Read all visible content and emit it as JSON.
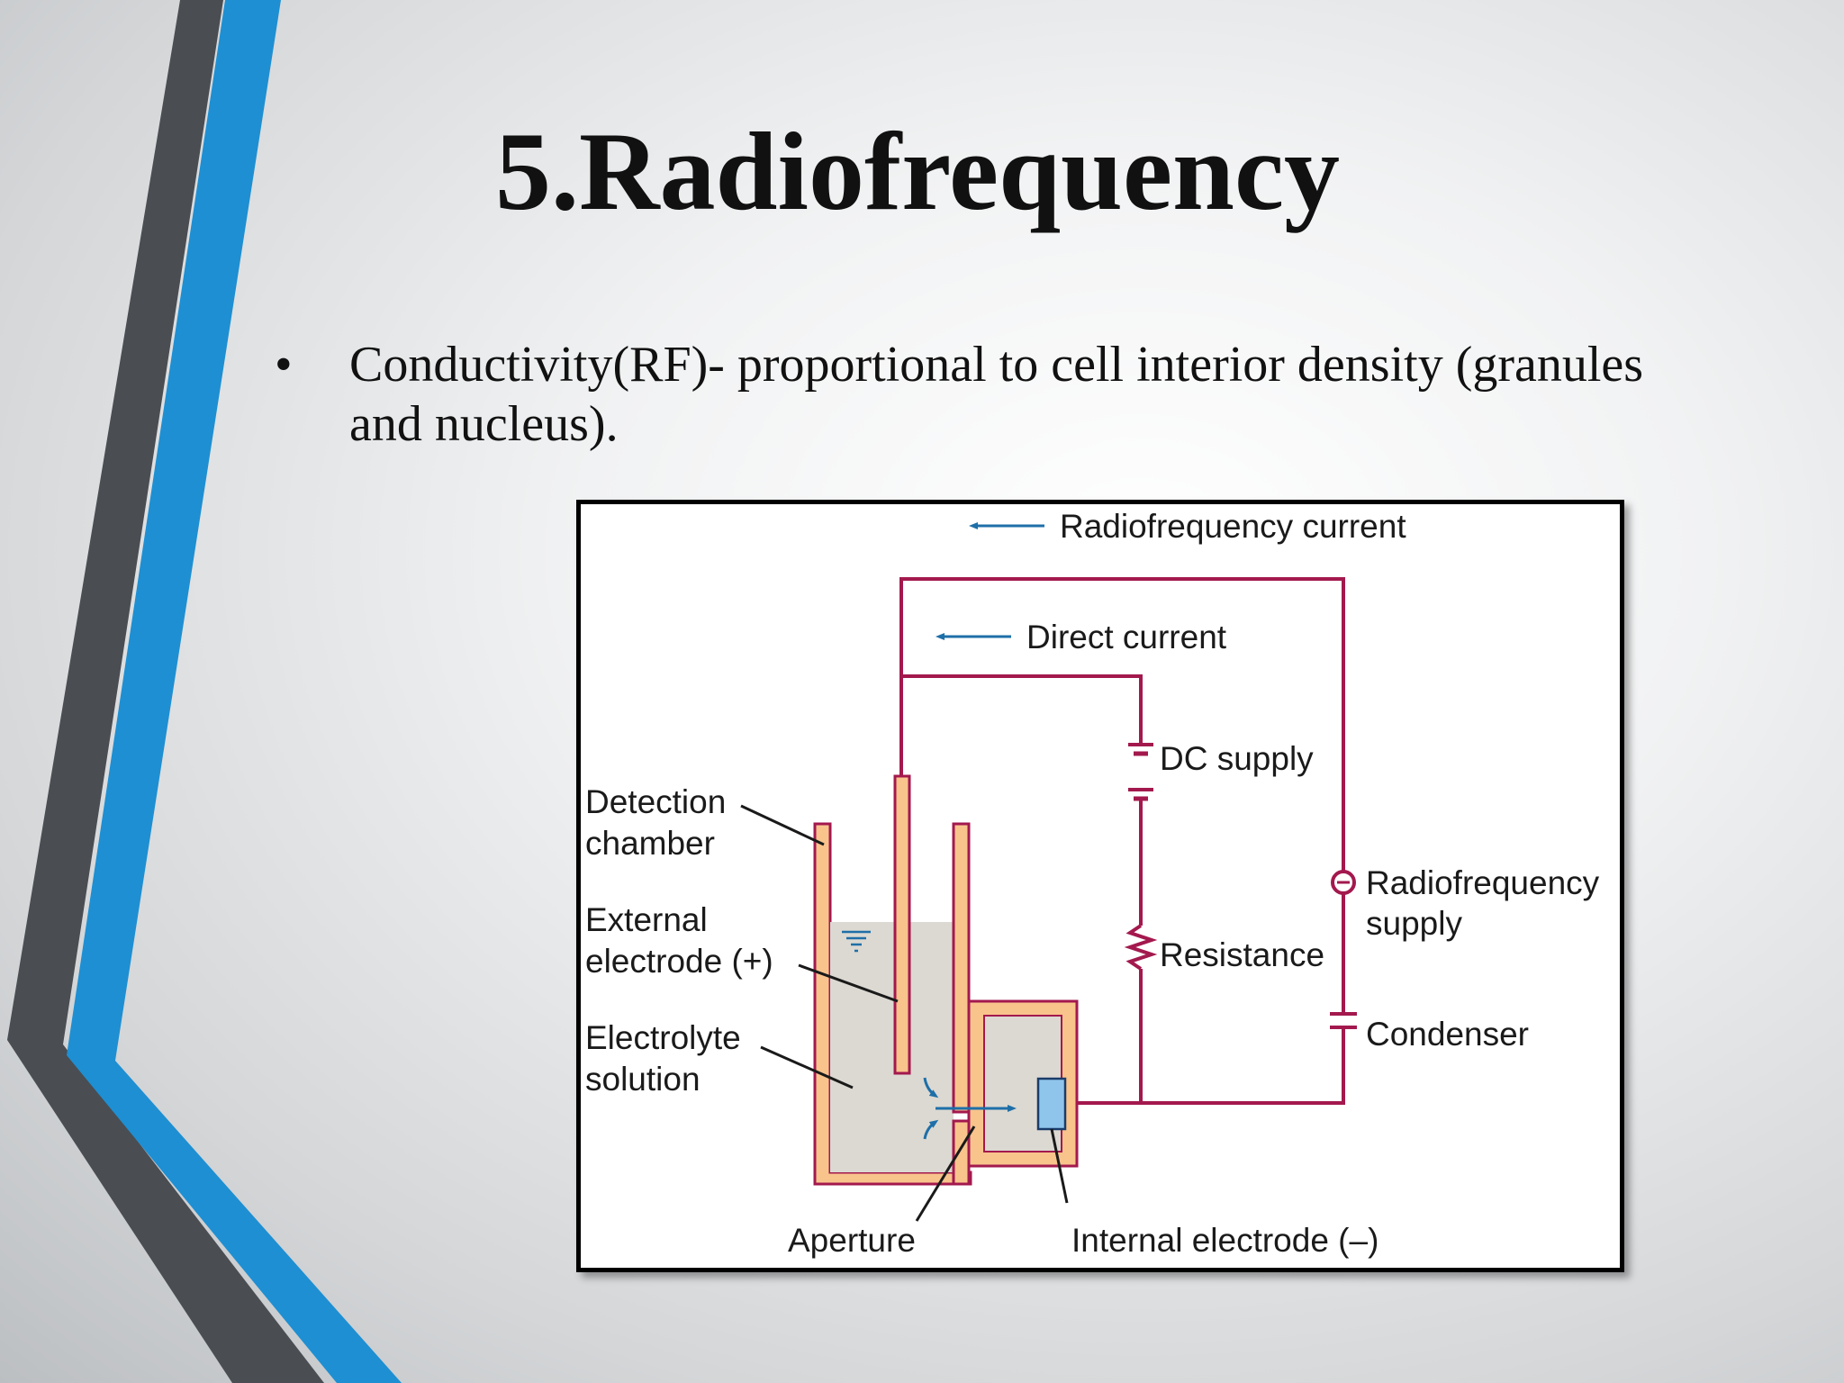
{
  "slide": {
    "title": "5.Radiofrequency",
    "bullet_symbol": "•",
    "bullet_text": "Conductivity(RF)- proportional to cell interior density (granules and nucleus)."
  },
  "figure": {
    "labels": {
      "radiofrequency_current": "Radiofrequency current",
      "direct_current": "Direct current",
      "dc_supply": "DC supply",
      "detection_chamber_line1": "Detection",
      "detection_chamber_line2": "chamber",
      "external_electrode_line1": "External",
      "external_electrode_line2": "electrode (+)",
      "electrolyte_line1": "Electrolyte",
      "electrolyte_line2": "solution",
      "radiofrequency_supply_line1": "Radiofrequency",
      "radiofrequency_supply_line2": "supply",
      "resistance": "Resistance",
      "condenser": "Condenser",
      "aperture": "Aperture",
      "internal_electrode": "Internal electrode (–)"
    },
    "colors": {
      "wire": "#a3194e",
      "chamber_wall": "#f8c48c",
      "electrolyte": "#dcd9d2",
      "arrow": "#1e6fa8",
      "internal_electrode": "#8fc5ea"
    }
  },
  "decor_colors": {
    "blue_stripe": "#1e8fd2",
    "dark_stripe": "#4a4d52"
  }
}
